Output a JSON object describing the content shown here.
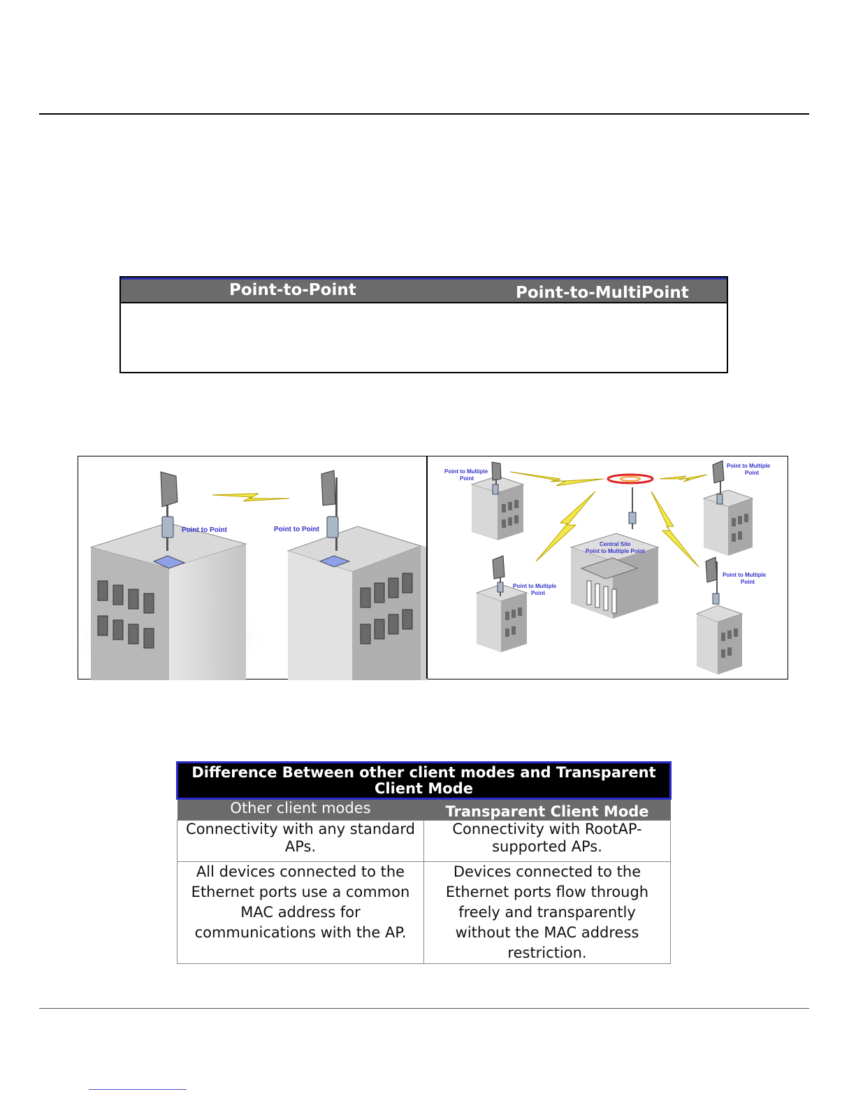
{
  "mode_table": {
    "col1": "Point-to-Point",
    "col2": "Point-to-MultiPoint"
  },
  "figure": {
    "ptp_left_label": "Point to Point",
    "ptp_right_label": "Point to Point",
    "pmp_top_left": [
      "Point to Multiple",
      "Point"
    ],
    "pmp_top_right": [
      "Point to Multiple",
      "Point"
    ],
    "pmp_central": [
      "Central Site",
      "Point to Multiple Point"
    ],
    "pmp_bottom_left": [
      "Point to Multiple",
      "Point"
    ],
    "pmp_bottom_right": [
      "Point to Multiple",
      "Point"
    ]
  },
  "comparison": {
    "title": "Difference Between other client modes and Transparent Client Mode",
    "col1_header": "Other client modes",
    "col2_header": "Transparent Client Mode",
    "rows": [
      [
        "Connectivity with any standard APs.",
        "Connectivity with RootAP-supported APs."
      ],
      [
        "All devices connected to the Ethernet ports use a common MAC address for communications with the AP.",
        "Devices connected to the Ethernet ports flow through freely and transparently without the MAC address restriction."
      ]
    ]
  }
}
